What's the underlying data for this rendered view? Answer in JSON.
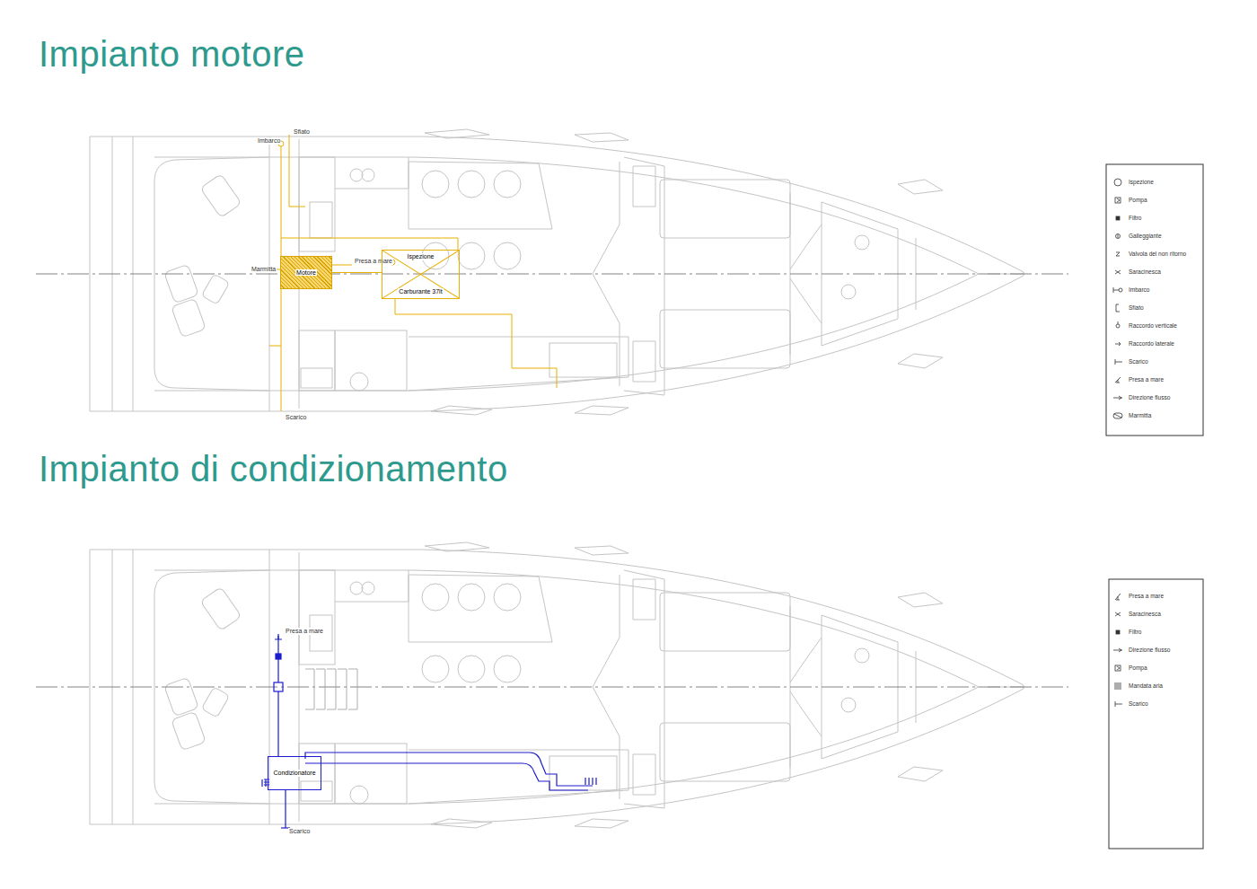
{
  "diagram": {
    "title": "Impianto motore",
    "nodes": [
      {
        "text": [
          "Ispezione",
          "Carburante 37lt"
        ]
      },
      {
        "text": [
          "Motore"
        ]
      },
      {
        "text": [
          "Condizionatore"
        ]
      }
    ],
    "edges": [
      {
        "from": 0,
        "to": 1,
        "arrow": "none"
      }
    ],
    "labels": [
      "Impianto di condizionamento",
      "Sfiato",
      "Imbarco",
      "Presa a mare",
      "Marmitta",
      "Scarico",
      "Presa a mare",
      "Scarico"
    ],
    "legend": [
      {
        "text": "Ispezione"
      },
      {
        "text": "Pompa"
      },
      {
        "text": "Filtro"
      },
      {
        "text": "Galleggiante"
      },
      {
        "text": "Valvola del non ritorno"
      },
      {
        "text": "Saracinesca"
      },
      {
        "text": "Imbarco"
      },
      {
        "text": "Sfiato"
      },
      {
        "text": "Raccordo verticale"
      },
      {
        "text": "Raccordo laterale"
      },
      {
        "text": "Scarico"
      },
      {
        "text": "Presa a mare"
      },
      {
        "text": "Direzione flusso"
      },
      {
        "text": "Marmitta"
      },
      {
        "text": "Presa a mare"
      },
      {
        "text": "Saracinesca"
      },
      {
        "text": "Filtro"
      },
      {
        "text": "Direzione flusso"
      },
      {
        "text": "Pompa"
      },
      {
        "text": "Mandata aria"
      },
      {
        "text": "Scarico"
      }
    ]
  }
}
